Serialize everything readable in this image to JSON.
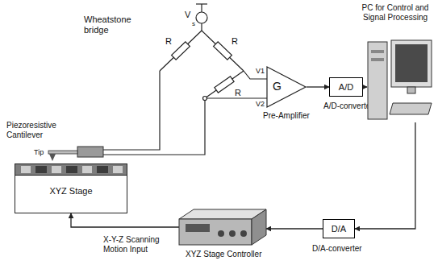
{
  "diagram": {
    "nodes": [
      {
        "text": [
          "XYZ Stage"
        ]
      },
      {
        "text": [
          "G",
          "Pre-Amplifier"
        ]
      },
      {
        "text": [
          "A/D",
          "A/D-converter"
        ]
      },
      {
        "text": [
          "PC for Control and Signal Processing"
        ]
      },
      {
        "text": [
          "D/A",
          "D/A-converter"
        ]
      },
      {
        "text": [
          "XYZ Stage Controller"
        ]
      }
    ],
    "edges": [
      {
        "from": 1,
        "to": 2,
        "arrow": "to"
      },
      {
        "from": 2,
        "to": 3,
        "arrow": "to"
      },
      {
        "from": 3,
        "to": 4,
        "arrow": "to"
      },
      {
        "from": 4,
        "to": 5,
        "arrow": "to"
      },
      {
        "from": 5,
        "to": 0,
        "label": "X-Y-Z Scanning Motion Input",
        "arrow": "to"
      }
    ],
    "labels": [
      "Wheatstone bridge",
      "V",
      "s",
      "R",
      "R",
      "R",
      "V1",
      "V2",
      "Piezoresistive Cantilever",
      "Tip"
    ]
  }
}
